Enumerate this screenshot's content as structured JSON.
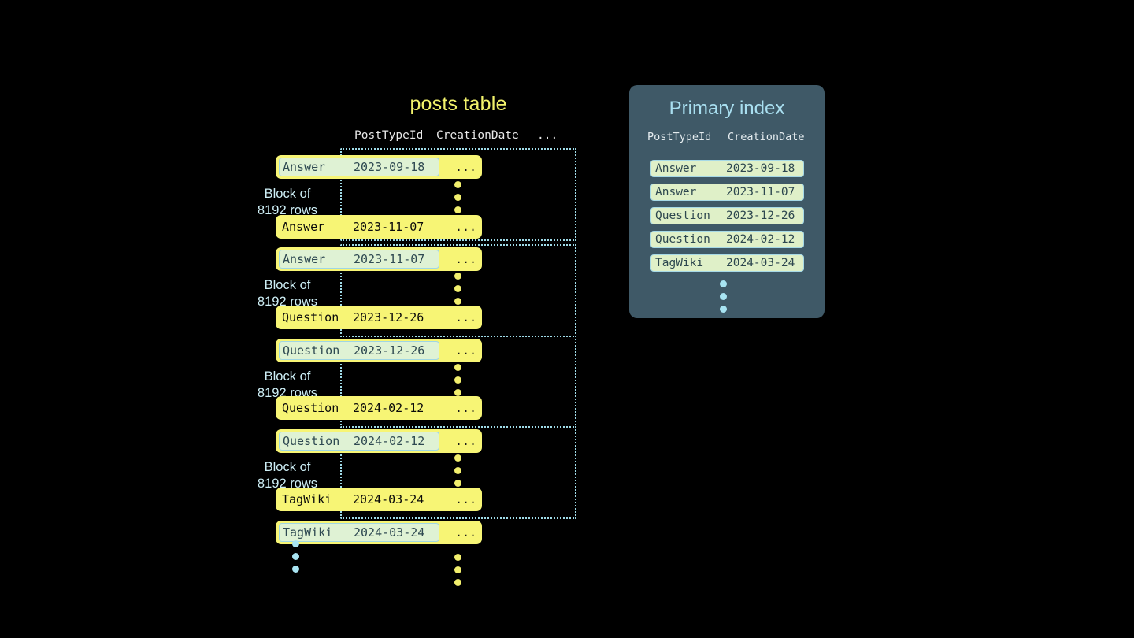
{
  "posts_table": {
    "title": "posts table",
    "columns": [
      "PostTypeId",
      "CreationDate",
      "..."
    ],
    "ellipsis_cell": "...",
    "blocks": [
      {
        "label_line1": "Block of",
        "label_line2": "8192 rows",
        "first_row": {
          "type": "Answer",
          "date": "2023-09-18",
          "more": "...",
          "highlighted": true
        },
        "last_row": {
          "type": "Answer",
          "date": "2023-11-07",
          "more": "...",
          "highlighted": false
        }
      },
      {
        "label_line1": "Block of",
        "label_line2": "8192 rows",
        "first_row": {
          "type": "Answer",
          "date": "2023-11-07",
          "more": "...",
          "highlighted": true
        },
        "last_row": {
          "type": "Question",
          "date": "2023-12-26",
          "more": "...",
          "highlighted": false
        }
      },
      {
        "label_line1": "Block of",
        "label_line2": "8192 rows",
        "first_row": {
          "type": "Question",
          "date": "2023-12-26",
          "more": "...",
          "highlighted": true
        },
        "last_row": {
          "type": "Question",
          "date": "2024-02-12",
          "more": "...",
          "highlighted": false
        }
      },
      {
        "label_line1": "Block of",
        "label_line2": "8192 rows",
        "first_row": {
          "type": "Question",
          "date": "2024-02-12",
          "more": "...",
          "highlighted": true
        },
        "last_row": {
          "type": "TagWiki",
          "date": "2024-03-24",
          "more": "...",
          "highlighted": false
        }
      }
    ],
    "trailing_row": {
      "type": "TagWiki",
      "date": "2024-03-24",
      "more": "...",
      "highlighted": true
    }
  },
  "primary_index": {
    "title": "Primary index",
    "columns": [
      "PostTypeId",
      "CreationDate"
    ],
    "rows": [
      {
        "type": "Answer",
        "date": "2023-09-18"
      },
      {
        "type": "Answer",
        "date": "2023-11-07"
      },
      {
        "type": "Question",
        "date": "2023-12-26"
      },
      {
        "type": "Question",
        "date": "2024-02-12"
      },
      {
        "type": "TagWiki",
        "date": "2024-03-24"
      }
    ]
  },
  "colors": {
    "background": "#000000",
    "row_yellow": "#f7f575",
    "highlight_green": "#dff2d4",
    "index_row_green": "#dff0c8",
    "accent_blue": "#a9dff0",
    "panel_slate": "#3f5967",
    "title_yellow": "#f2f26b"
  }
}
